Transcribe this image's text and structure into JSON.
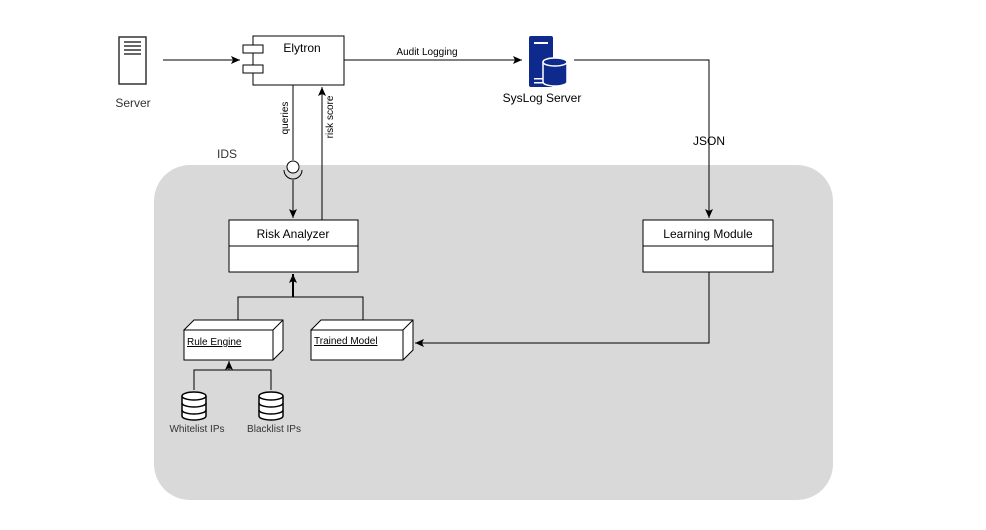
{
  "diagram": {
    "group": {
      "label": "IDS",
      "fill": "#d9d9d9"
    },
    "nodes": {
      "server": {
        "label": "Server"
      },
      "elytron": {
        "label": "Elytron"
      },
      "syslog": {
        "label": "SysLog Server",
        "color": "#0e2a8c"
      },
      "risk_analyzer": {
        "label": "Risk Analyzer"
      },
      "learning_module": {
        "label": "Learning Module"
      },
      "rule_engine": {
        "label": "Rule Engine"
      },
      "trained_model": {
        "label": "Trained Model"
      },
      "whitelist": {
        "label": "Whitelist IPs"
      },
      "blacklist": {
        "label": "Blacklist IPs"
      }
    },
    "edges": {
      "audit_logging": {
        "label": "Audit Logging"
      },
      "json": {
        "label": "JSON"
      },
      "queries": {
        "label": "queries"
      },
      "risk_score": {
        "label": "risk score"
      }
    }
  }
}
